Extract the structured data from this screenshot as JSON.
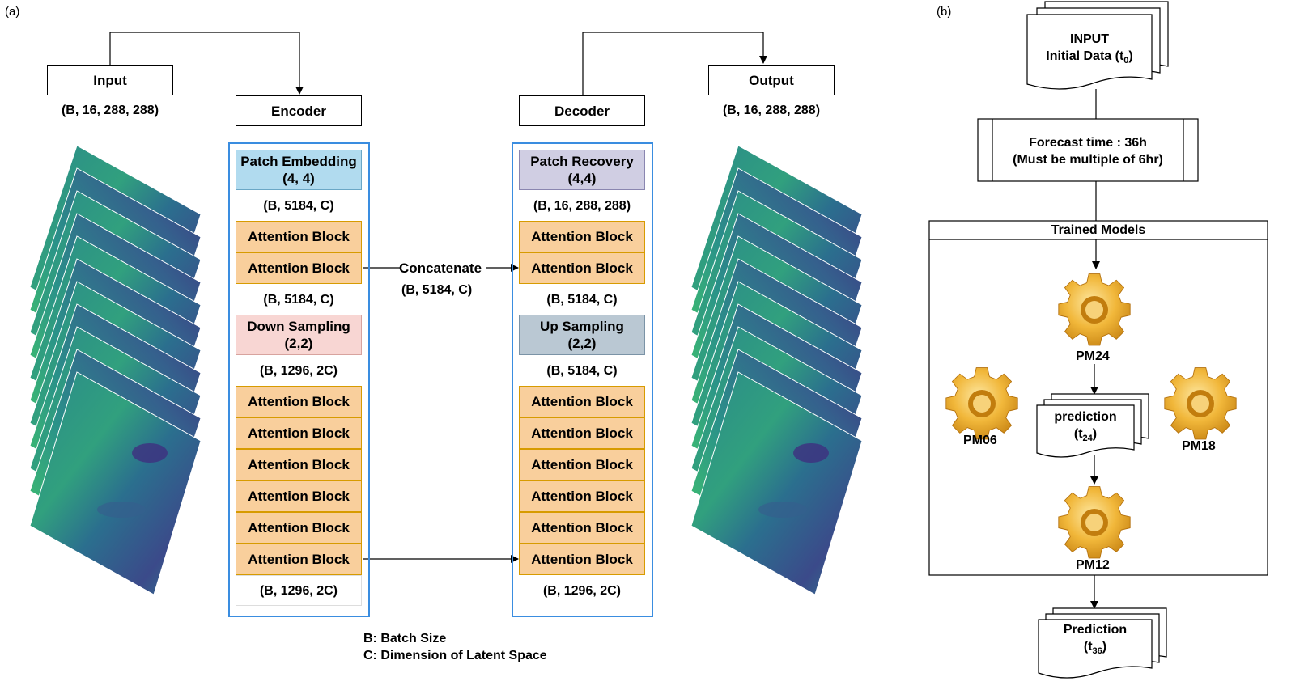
{
  "panels": {
    "a": "(a)",
    "b": "(b)"
  },
  "left": {
    "input": {
      "label": "Input",
      "dims": "(B, 16, 288, 288)"
    },
    "output": {
      "label": "Output",
      "dims": "(B, 16, 288, 288)"
    },
    "encoder": {
      "label": "Encoder",
      "patch_embedding": {
        "title": "Patch Embedding",
        "sub": "(4, 4)"
      },
      "dim1": "(B, 5184,  C)",
      "attention_top": [
        "Attention Block",
        "Attention Block"
      ],
      "dim2": "(B, 5184,  C)",
      "down_sampling": {
        "title": "Down Sampling",
        "sub": "(2,2)"
      },
      "dim3": "(B, 1296,  2C)",
      "attention_bottom": [
        "Attention Block",
        "Attention Block",
        "Attention Block",
        "Attention Block",
        "Attention Block",
        "Attention Block"
      ],
      "dim4": "(B, 1296,  2C)"
    },
    "decoder": {
      "label": "Decoder",
      "patch_recovery": {
        "title": "Patch Recovery",
        "sub": "(4,4)"
      },
      "dim1": "(B, 16, 288, 288)",
      "attention_top": [
        "Attention Block",
        "Attention Block"
      ],
      "dim2": "(B, 5184,  C)",
      "up_sampling": {
        "title": "Up Sampling",
        "sub": "(2,2)"
      },
      "dim3": "(B, 5184,  C)",
      "attention_bottom": [
        "Attention Block",
        "Attention Block",
        "Attention Block",
        "Attention Block",
        "Attention Block",
        "Attention Block"
      ],
      "dim4": "(B, 1296,  2C)"
    },
    "concatenate": {
      "label": "Concatenate",
      "dims": "(B, 5184,  C)"
    },
    "legend": {
      "b": "B: Batch Size",
      "c": "C: Dimension of Latent Space"
    }
  },
  "right": {
    "input_doc": {
      "line1": "INPUT",
      "line2": "Initial Data (t",
      "sub": "0",
      "close": ")"
    },
    "forecast": {
      "line1": "Forecast time : 36h",
      "line2": "(Must be multiple of 6hr)"
    },
    "trained_models": "Trained Models",
    "models": {
      "pm24": "PM24",
      "pm06": "PM06",
      "pm18": "PM18",
      "pm12": "PM12"
    },
    "prediction_mid": {
      "line1": "prediction",
      "line2": "(t",
      "sub": "24",
      "close": ")"
    },
    "prediction_out": {
      "line1": "Prediction",
      "line2": "(t",
      "sub": "36",
      "close": ")"
    }
  },
  "colors": {
    "stack_border": "#3a8de0",
    "attention": "#f9cf9c",
    "gear": "#e8a51c"
  }
}
